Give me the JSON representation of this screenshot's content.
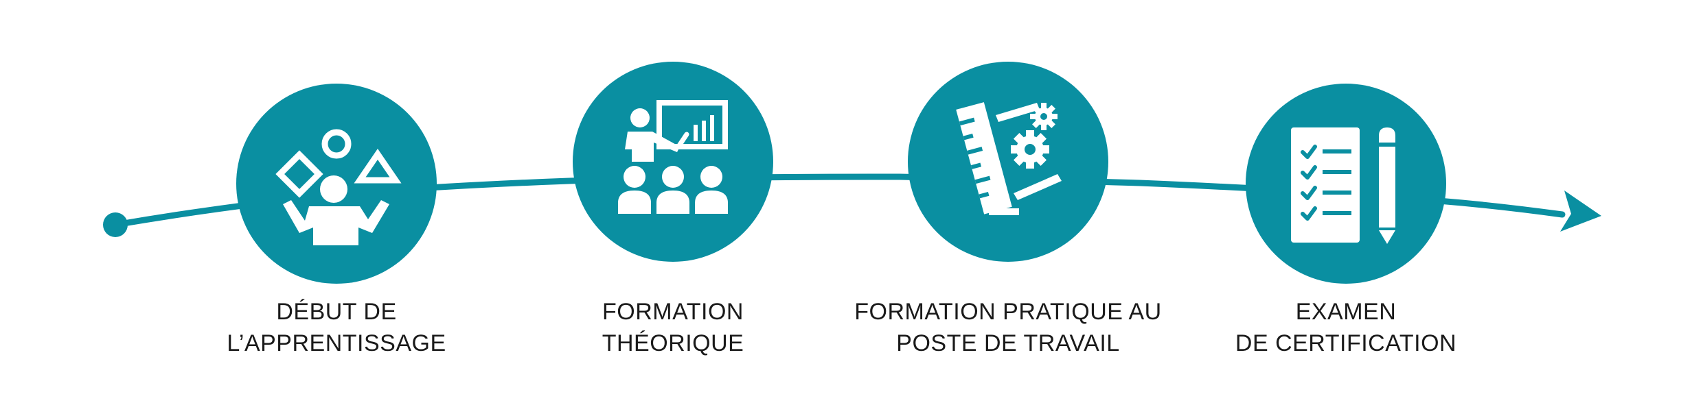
{
  "colors": {
    "teal": "#0a8fa1",
    "icon": "#ffffff",
    "text": "#1a1a1a"
  },
  "steps": [
    {
      "icon": "juggling-shapes-person-icon",
      "label_line1": "DÉBUT DE",
      "label_line2": "L’APPRENTISSAGE"
    },
    {
      "icon": "classroom-presentation-icon",
      "label_line1": "FORMATION",
      "label_line2": "THÉORIQUE"
    },
    {
      "icon": "ruler-gears-icon",
      "label_line1": "FORMATION PRATIQUE AU",
      "label_line2": "POSTE DE TRAVAIL"
    },
    {
      "icon": "checklist-pencil-icon",
      "label_line1": "EXAMEN",
      "label_line2": "DE CERTIFICATION"
    }
  ]
}
